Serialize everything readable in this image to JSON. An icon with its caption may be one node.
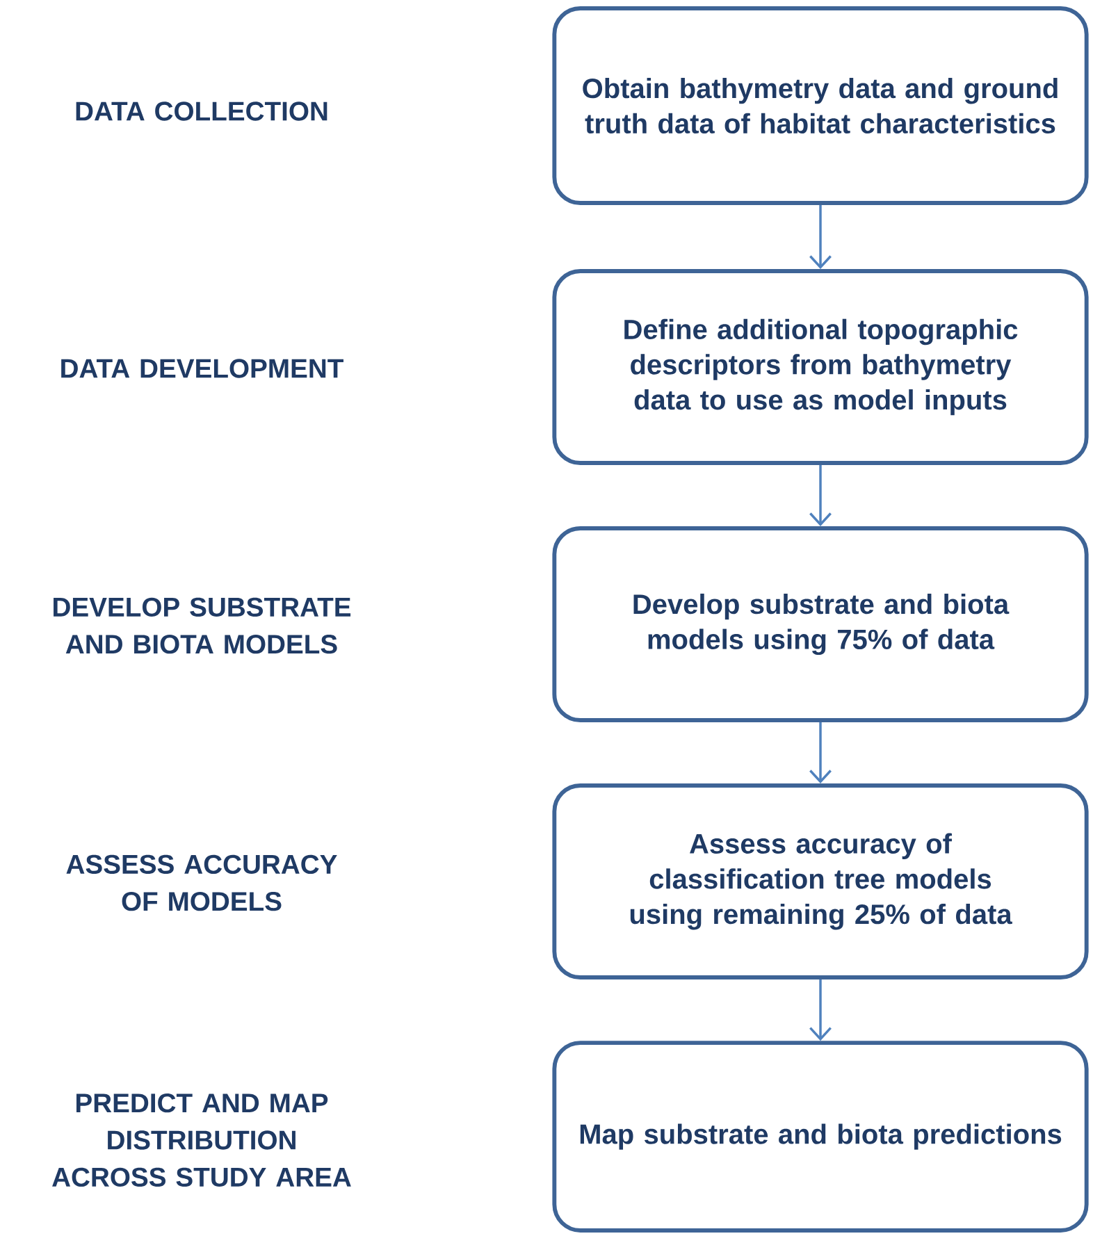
{
  "diagram": {
    "nodes": [
      {
        "text": [
          "Obtain bathymetry data and ground truth data of habitat characteristics"
        ]
      },
      {
        "text": [
          "Define additional topographic descriptors from bathymetry data to use as model inputs"
        ]
      },
      {
        "text": [
          "Develop substrate and biota models using 75% of data"
        ]
      },
      {
        "text": [
          "Assess accuracy of classification tree models using remaining 25% of data"
        ]
      },
      {
        "text": [
          "Map substrate and biota predictions"
        ]
      }
    ],
    "edges": [
      {
        "from": 0,
        "to": 1,
        "arrow": "to"
      },
      {
        "from": 1,
        "to": 2,
        "arrow": "to"
      },
      {
        "from": 2,
        "to": 3,
        "arrow": "to"
      },
      {
        "from": 3,
        "to": 4,
        "arrow": "to"
      }
    ],
    "labels": [
      "DATA COLLECTION",
      "DATA DEVELOPMENT",
      "DEVELOP SUBSTRATE AND BIOTA MODELS",
      "ASSESS ACCURACY OF MODELS",
      "PREDICT AND MAP DISTRIBUTION ACROSS STUDY AREA"
    ]
  }
}
